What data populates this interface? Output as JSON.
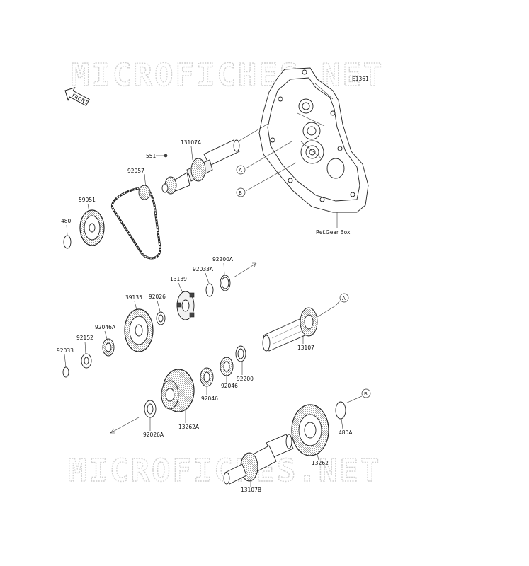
{
  "diagram_code": "E1361",
  "front_label": "FRONT",
  "watermark": "MICROFICHES.NET",
  "ref_label": "Ref.Gear Box",
  "callouts": {
    "a": "A",
    "b": "B"
  },
  "labels": {
    "p13107A": "13107A",
    "p551": "551",
    "p92057": "92057",
    "p59051": "59051",
    "p480": "480",
    "p92200A": "92200A",
    "p92033A": "92033A",
    "p13139": "13139",
    "p39135": "39135",
    "p92026": "92026",
    "p92046A": "92046A",
    "p92152": "92152",
    "p92033": "92033",
    "p13107": "13107",
    "p92200": "92200",
    "p92046_a": "92046",
    "p92046_b": "92046",
    "p13262A": "13262A",
    "p92026A": "92026A",
    "p480A": "480A",
    "p13262": "13262",
    "p13107B": "13107B"
  }
}
